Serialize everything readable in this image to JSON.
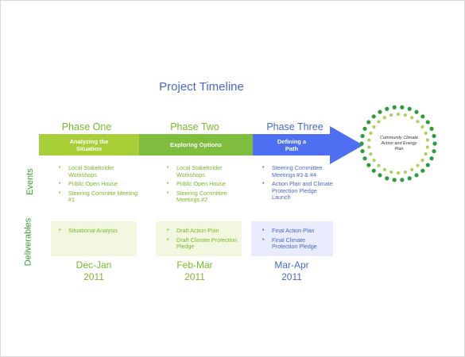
{
  "title": "Project Timeline",
  "colors": {
    "green": "#8cc63f",
    "green_dark": "#5aa640",
    "blue": "#4e6ff2",
    "green_text": "#7ab829",
    "blue_text": "#4a67c8",
    "ring_dark": "#2e9b3a",
    "ring_light": "#a8d35b"
  },
  "phases": [
    {
      "label": "Phase One",
      "band_line1": "Analyzing the",
      "band_line2": "Situation",
      "events": [
        "Local Stakeholder Workshops",
        "Public Open House",
        "Steering Committe Meeting #1"
      ],
      "deliverables": [
        "Situational Analysis"
      ],
      "date_range": "Dec-Jan",
      "year": "2011"
    },
    {
      "label": "Phase Two",
      "band_line1": "Exploring Options",
      "band_line2": "",
      "events": [
        "Local Stakeholder Workshops",
        "Public Open House",
        "Steering Committee Meetings #2"
      ],
      "deliverables": [
        "Draft Action Plan",
        "Draft Climate Protection Pledge"
      ],
      "date_range": "Feb-Mar",
      "year": "2011"
    },
    {
      "label": "Phase Three",
      "band_line1": "Defining a",
      "band_line2": "Path",
      "events": [
        "Steering Committee Meetings #3 & #4",
        "Action Plan and Climate Protection Pledge Launch"
      ],
      "deliverables": [
        "Final Action Plan",
        "Final Climate Protection Pledge"
      ],
      "date_range": "Mar-Apr",
      "year": "2011"
    }
  ],
  "goal": {
    "line1": "Community Climate",
    "line2": "Action and Energy",
    "line3": "Plan"
  },
  "rows": {
    "events_label": "Events",
    "deliverables_label": "Deliverables"
  },
  "bullet_glyph": "•"
}
